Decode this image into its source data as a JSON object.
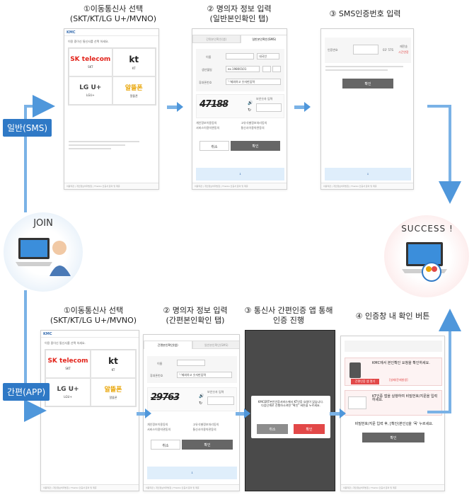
{
  "colors": {
    "accent": "#2f79c6",
    "arrow": "#4f97db",
    "dark_btn": "#666666",
    "red_btn": "#e24848"
  },
  "labels": {
    "general_sms": "일반(SMS)",
    "simple_app": "간편(APP)",
    "join": "JOIN",
    "success": "SUCCESS !"
  },
  "top": {
    "step1_title": "①이동통신사 선택\n(SKT/KT/LG U+/MVNO)",
    "step2_title": "② 명의자 정보 입력\n(일반본인확인 탭)",
    "step3_title": "③ SMS인증번호 입력"
  },
  "bottom": {
    "step1_title": "①이동통신사 선택\n(SKT/KT/LG U+/MVNO)",
    "step2_title": "② 명의자 정보 입력\n(간편본인확인 탭)",
    "step3_title": "③ 통신사 간편인증 앱 통해\n인증 진행",
    "step4_title": "④ 인증창 내 확인 버튼"
  },
  "mock": {
    "kmc": "KMC",
    "select_carrier_text": "이용 중이신 통신사를 선택 하세요.",
    "carriers": [
      {
        "logo": "SK telecom",
        "name": "SKT"
      },
      {
        "logo": "kt",
        "name": "KT"
      },
      {
        "logo": "LG U+",
        "name": "LGU+"
      },
      {
        "logo": "알뜰폰",
        "name": "알뜰폰"
      }
    ],
    "tab_general": "일반본인확인(SMS)",
    "tab_simple": "간편본인확인(앱)",
    "name_label": "이름",
    "birth_label": "생년월일",
    "phone_label": "휴대폰번호",
    "birth_value": "ex.19800101",
    "phone_value": "'-'제외하고 숫자만입력",
    "carrier_select": "내국인",
    "captcha1": "47188",
    "captcha2": "29763",
    "captcha_input_label": "보안숫자 입력",
    "cancel": "취소",
    "confirm": "확인",
    "auth_label": "인증번호",
    "resend": "재전송",
    "timer": "03' 57S",
    "timer_note": "시간연장",
    "popup_text": "KMCERT본인인증서비스에서 KT인증 요청이 있습니다.\n다음단계로 진행하시려면 \"확인\" 버튼을 누르세요.",
    "popup_cancel": "취소",
    "popup_ok": "확인",
    "guide1": "KMC에서 본인확인 요청을 확인하세요.",
    "guide1_btn": "간편인증 앱 열기",
    "guide1_sub": "[실패/문제발생]",
    "guide2": "KT인증 앱을 실행하여 비밀번호/지문을 입력하세요.",
    "guide3": "비밀번호/지문 입력 후, [확인(본인)]을 '꼭' 누르세요.",
    "agree_items": [
      "개인정보이용동의",
      "고유식별정보처리동의",
      "서비스이용약관동의",
      "통신사이용약관동의"
    ],
    "footer": "이용약관 | 개인정보처리방침 | Thanks 인증서 문의 및 제휴"
  }
}
